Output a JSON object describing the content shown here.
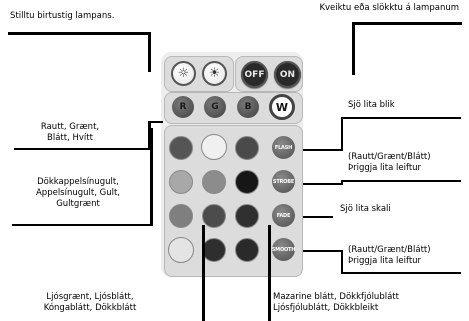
{
  "labels": {
    "brightness": "Stilltu birtustig lampans.",
    "power": "Kveiktu eða slökktu á lampanum",
    "rgbw": [
      "Rautt, Grænt,",
      "Blátt, Hvítt"
    ],
    "flash": "Sjö lita blik",
    "oranges": [
      "Dökkappelsínugult,",
      "Appelsínugult, Gult,",
      "Gultgrænt"
    ],
    "strobe": [
      "(Rautt/Grænt/Blátt)",
      "Þriggja lita leiftur"
    ],
    "fade": "Sjö lita skali",
    "smooth": [
      "(Rautt/Grænt/Blátt)",
      "Þriggja lita leiftur"
    ],
    "greens": [
      "Ljósgrænt, Ljósblátt,",
      "Kóngablátt, Dökkblátt"
    ],
    "blues": [
      "Mazarine blátt, Dökkfjólublátt",
      "Ljósfjólublátt, Dökkbleikt"
    ]
  },
  "remote": {
    "off": "OFF",
    "on": "ON",
    "r": "R",
    "g": "G",
    "b": "B",
    "w": "W",
    "flash": "FLASH",
    "strobe": "STROBE",
    "fade": "FADE",
    "smooth": "SMOOTH"
  },
  "colors": {
    "row1": [
      "#555555",
      "#f0f0f0",
      "#4a4a4a"
    ],
    "row2": [
      "#a8a8a8",
      "#8c8c8c",
      "#161616"
    ],
    "row3": [
      "#7f7f7f",
      "#4c4c4c",
      "#303030"
    ],
    "row4": [
      "#e4e4e4",
      "#2e2e2e",
      "#2a2a2a"
    ]
  }
}
